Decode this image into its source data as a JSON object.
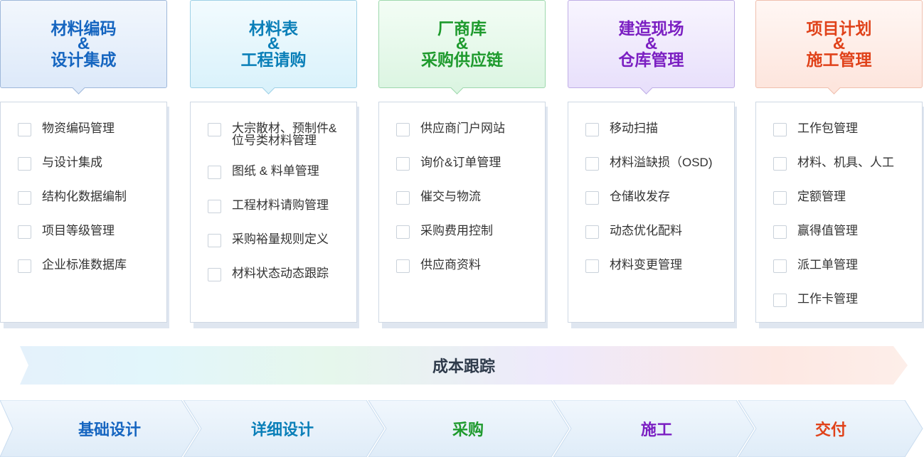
{
  "columns": [
    {
      "title1": "材料编码",
      "amp": "&",
      "title2": "设计集成",
      "color": "#1565c0",
      "head_bg_top": "#f2f7fd",
      "head_bg_bottom": "#dde9f9",
      "border": "#9fb8da",
      "items": [
        "物资编码管理",
        "与设计集成",
        "结构化数据编制",
        "项目等级管理",
        "企业标准数据库"
      ]
    },
    {
      "title1": "材料表",
      "amp": "&",
      "title2": "工程请购",
      "color": "#0a7fb8",
      "head_bg_top": "#f2fbfe",
      "head_bg_bottom": "#daf2fb",
      "border": "#9fd1e6",
      "items": [
        "大宗散材、预制件&位号类材料管理",
        "图纸 & 料单管理",
        "工程材料请购管理",
        "采购裕量规则定义",
        "材料状态动态跟踪"
      ]
    },
    {
      "title1": "厂商库",
      "amp": "&",
      "title2": "采购供应链",
      "color": "#1e9a2d",
      "head_bg_top": "#f3fdf5",
      "head_bg_bottom": "#dcf5e2",
      "border": "#9ed8ad",
      "items": [
        "供应商门户网站",
        "询价&订单管理",
        "催交与物流",
        "采购费用控制",
        "供应商资料"
      ]
    },
    {
      "title1": "建造现场",
      "amp": "&",
      "title2": "仓库管理",
      "color": "#7b1fc2",
      "head_bg_top": "#f8f5fe",
      "head_bg_bottom": "#e8e0fb",
      "border": "#bfaee6",
      "items": [
        "移动扫描",
        "材料溢缺损（OSD)",
        "仓储收发存",
        "动态优化配料",
        "材料变更管理"
      ]
    },
    {
      "title1": "项目计划",
      "amp": "&",
      "title2": "施工管理",
      "color": "#e0421a",
      "head_bg_top": "#fff7f4",
      "head_bg_bottom": "#fde5dd",
      "border": "#f0bfae",
      "items": [
        "工作包管理",
        "材料、机具、人工",
        "定额管理",
        "赢得值管理",
        "派工单管理",
        "工作卡管理"
      ]
    }
  ],
  "cost_tracking": {
    "label": "成本跟踪"
  },
  "stages": [
    {
      "label": "基础设计",
      "color": "#1565c0"
    },
    {
      "label": "详细设计",
      "color": "#0a7fb8"
    },
    {
      "label": "采购",
      "color": "#1e9a2d"
    },
    {
      "label": "施工",
      "color": "#7b1fc2"
    },
    {
      "label": "交付",
      "color": "#e0421a"
    }
  ]
}
